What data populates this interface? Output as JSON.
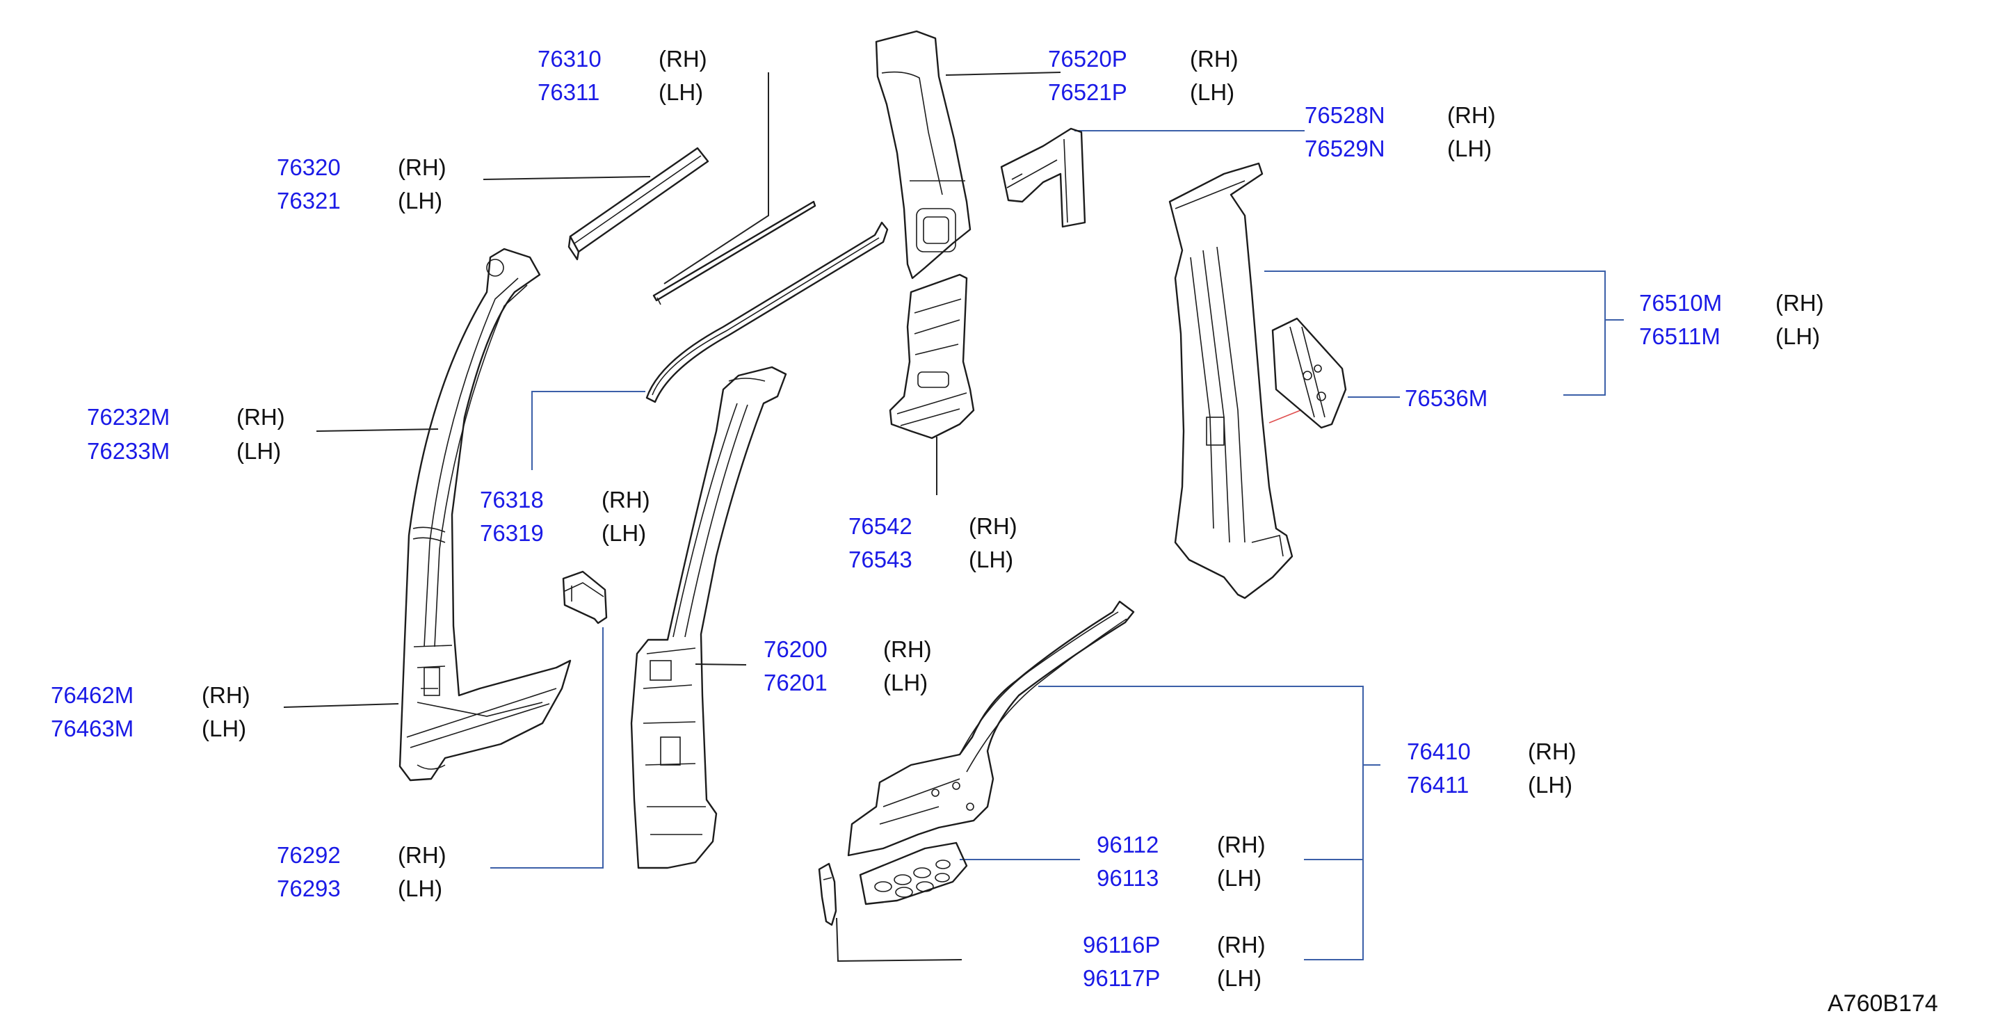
{
  "labels": [
    {
      "id": "l76310",
      "number": "76310",
      "side": "(RH)"
    },
    {
      "id": "l76311",
      "number": "76311",
      "side": "(LH)"
    },
    {
      "id": "l76320",
      "number": "76320",
      "side": "(RH)"
    },
    {
      "id": "l76321",
      "number": "76321",
      "side": "(LH)"
    },
    {
      "id": "l76232",
      "number": "76232M",
      "side": "(RH)"
    },
    {
      "id": "l76233",
      "number": "76233M",
      "side": "(LH)"
    },
    {
      "id": "l76318",
      "number": "76318",
      "side": "(RH)"
    },
    {
      "id": "l76319",
      "number": "76319",
      "side": "(LH)"
    },
    {
      "id": "l76462",
      "number": "76462M",
      "side": "(RH)"
    },
    {
      "id": "l76463",
      "number": "76463M",
      "side": "(LH)"
    },
    {
      "id": "l76292",
      "number": "76292",
      "side": "(RH)"
    },
    {
      "id": "l76293",
      "number": "76293",
      "side": "(LH)"
    },
    {
      "id": "l76520",
      "number": "76520P",
      "side": "(RH)"
    },
    {
      "id": "l76521",
      "number": "76521P",
      "side": "(LH)"
    },
    {
      "id": "l76528",
      "number": "76528N",
      "side": "(RH)"
    },
    {
      "id": "l76529",
      "number": "76529N",
      "side": "(LH)"
    },
    {
      "id": "l76542",
      "number": "76542",
      "side": "(RH)"
    },
    {
      "id": "l76543",
      "number": "76543",
      "side": "(LH)"
    },
    {
      "id": "l76200",
      "number": "76200",
      "side": "(RH)"
    },
    {
      "id": "l76201",
      "number": "76201",
      "side": "(LH)"
    },
    {
      "id": "l76510",
      "number": "76510M",
      "side": "(RH)"
    },
    {
      "id": "l76511",
      "number": "76511M",
      "side": "(LH)"
    },
    {
      "id": "l76536",
      "number": "76536M",
      "side": ""
    },
    {
      "id": "l76410",
      "number": "76410",
      "side": "(RH)"
    },
    {
      "id": "l76411",
      "number": "76411",
      "side": "(LH)"
    },
    {
      "id": "l96112",
      "number": "96112",
      "side": "(RH)"
    },
    {
      "id": "l96113",
      "number": "96113",
      "side": "(LH)"
    },
    {
      "id": "l96116",
      "number": "96116P",
      "side": "(RH)"
    },
    {
      "id": "l96117",
      "number": "96117P",
      "side": "(LH)"
    }
  ],
  "diagram_code": "A760B174",
  "colors": {
    "part_number": "#1a1ae6",
    "side_text": "#111111",
    "leader_line": "#3b5fa8",
    "drawing": "#1c1c1c"
  }
}
